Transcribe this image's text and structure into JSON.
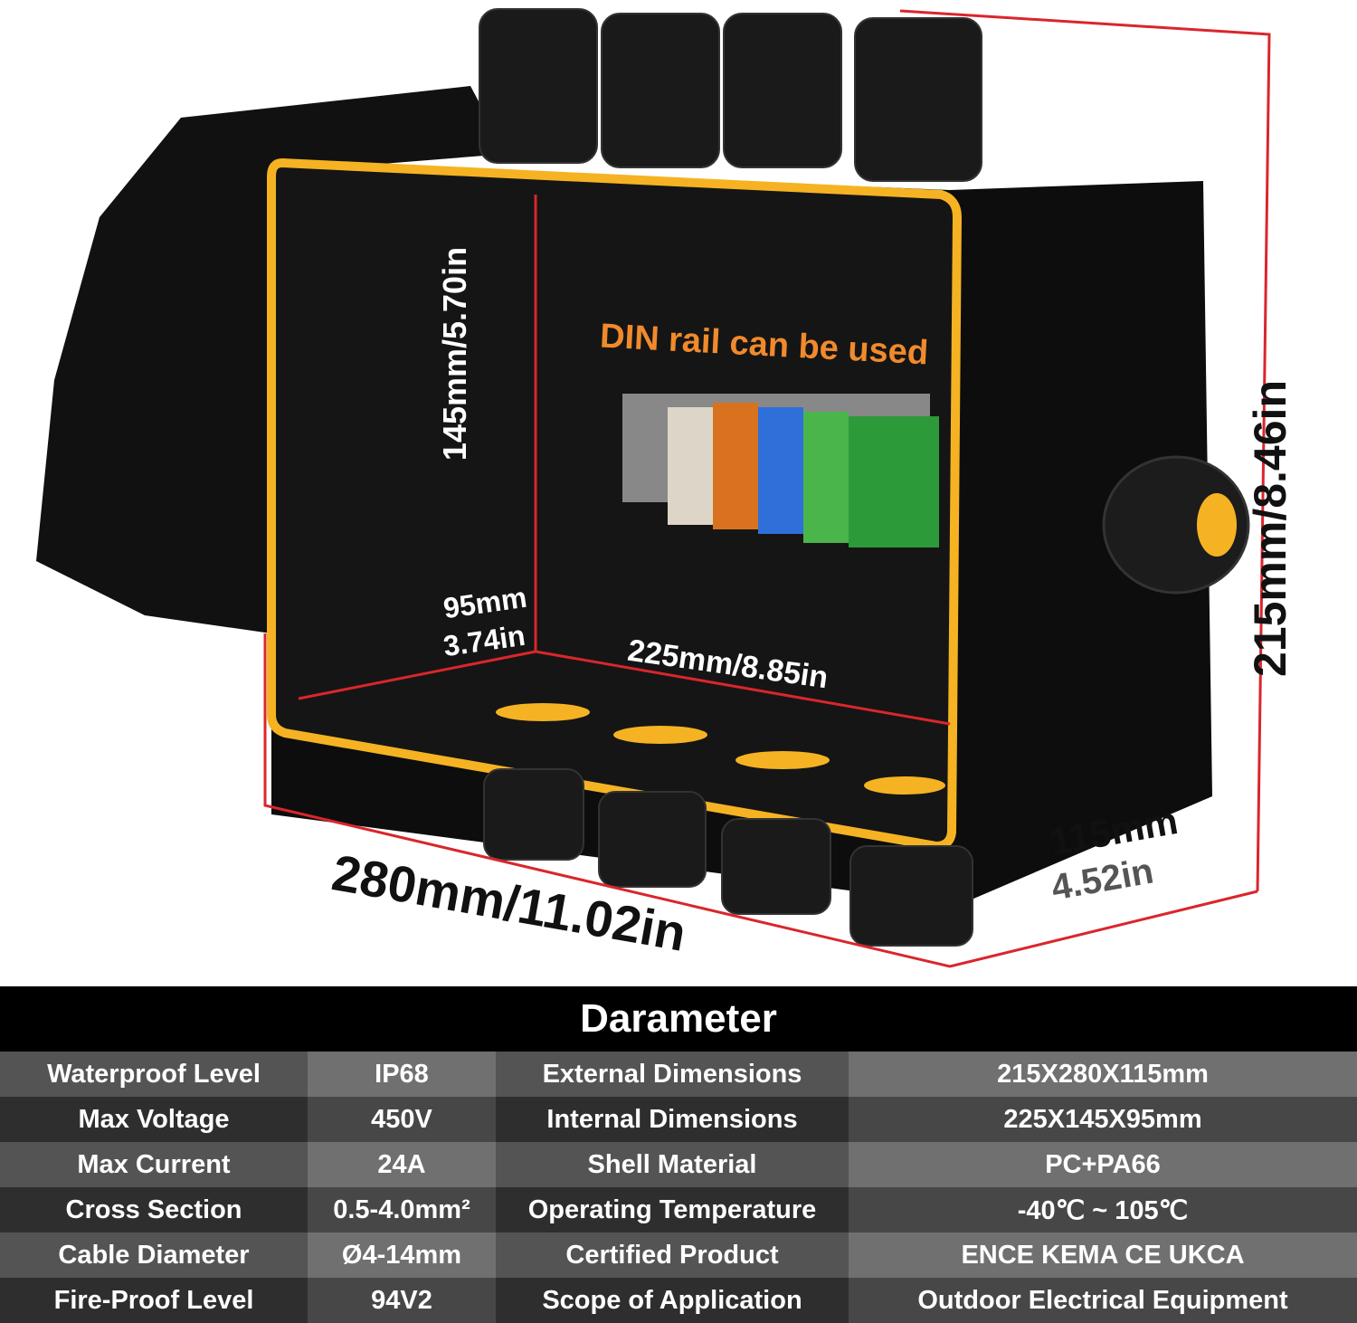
{
  "product": {
    "din_rail_text": "DIN rail can be used",
    "dimensions": {
      "height_inner": "145mm/5.70in",
      "depth_inner_mm": "95mm",
      "depth_inner_in": "3.74in",
      "width_inner": "225mm/8.85in",
      "width_outer": "280mm/11.02in",
      "depth_outer_mm": "115mm",
      "depth_outer_in": "4.52in",
      "height_outer": "215mm/8.46in"
    },
    "colors": {
      "gasket": "#f5b323",
      "dimension_line": "#d9262c",
      "text_orange": "#f08a2c"
    }
  },
  "table": {
    "title": "Darameter",
    "rows": [
      [
        "Waterproof Level",
        "IP68",
        "External Dimensions",
        "215X280X115mm"
      ],
      [
        "Max Voltage",
        "450V",
        "Internal Dimensions",
        "225X145X95mm"
      ],
      [
        "Max Current",
        "24A",
        "Shell Material",
        "PC+PA66"
      ],
      [
        "Cross Section",
        "0.5-4.0mm²",
        "Operating Temperature",
        "-40℃ ~ 105℃"
      ],
      [
        "Cable Diameter",
        "Ø4-14mm",
        "Certified Product",
        "ENCE KEMA CE UKCA"
      ],
      [
        "Fire-Proof Level",
        "94V2",
        "Scope of Application",
        "Outdoor Electrical Equipment"
      ]
    ]
  }
}
